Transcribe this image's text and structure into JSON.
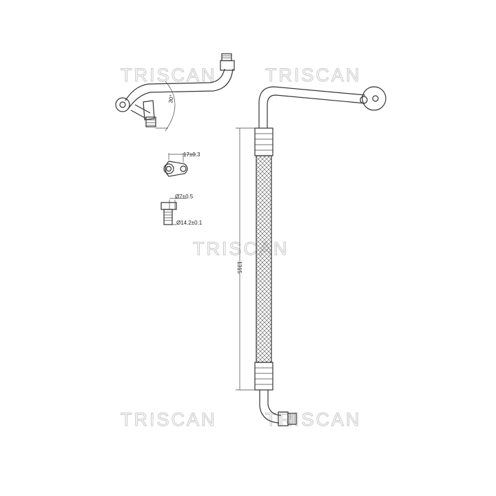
{
  "watermark": "TRISCAN",
  "dimensions": {
    "angle": "30°",
    "eye_width": "17±0.3",
    "bore_diameter": "Ø7±0.5",
    "outer_diameter": "Ø14.2±0.1",
    "length": "1315"
  }
}
